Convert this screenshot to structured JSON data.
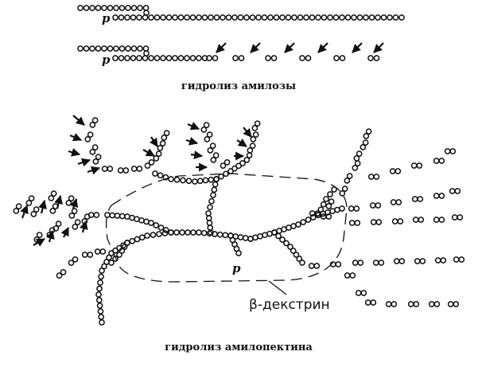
{
  "amylose": {
    "reducing_end_label": "p",
    "caption": "гидролиз амилозы"
  },
  "amylopectin": {
    "reducing_end_label": "p",
    "dextrin_label": "β-декстрин",
    "caption": "гидролиз амилопектина"
  },
  "colors": {
    "ink": "#111111",
    "background": "#ffffff"
  }
}
